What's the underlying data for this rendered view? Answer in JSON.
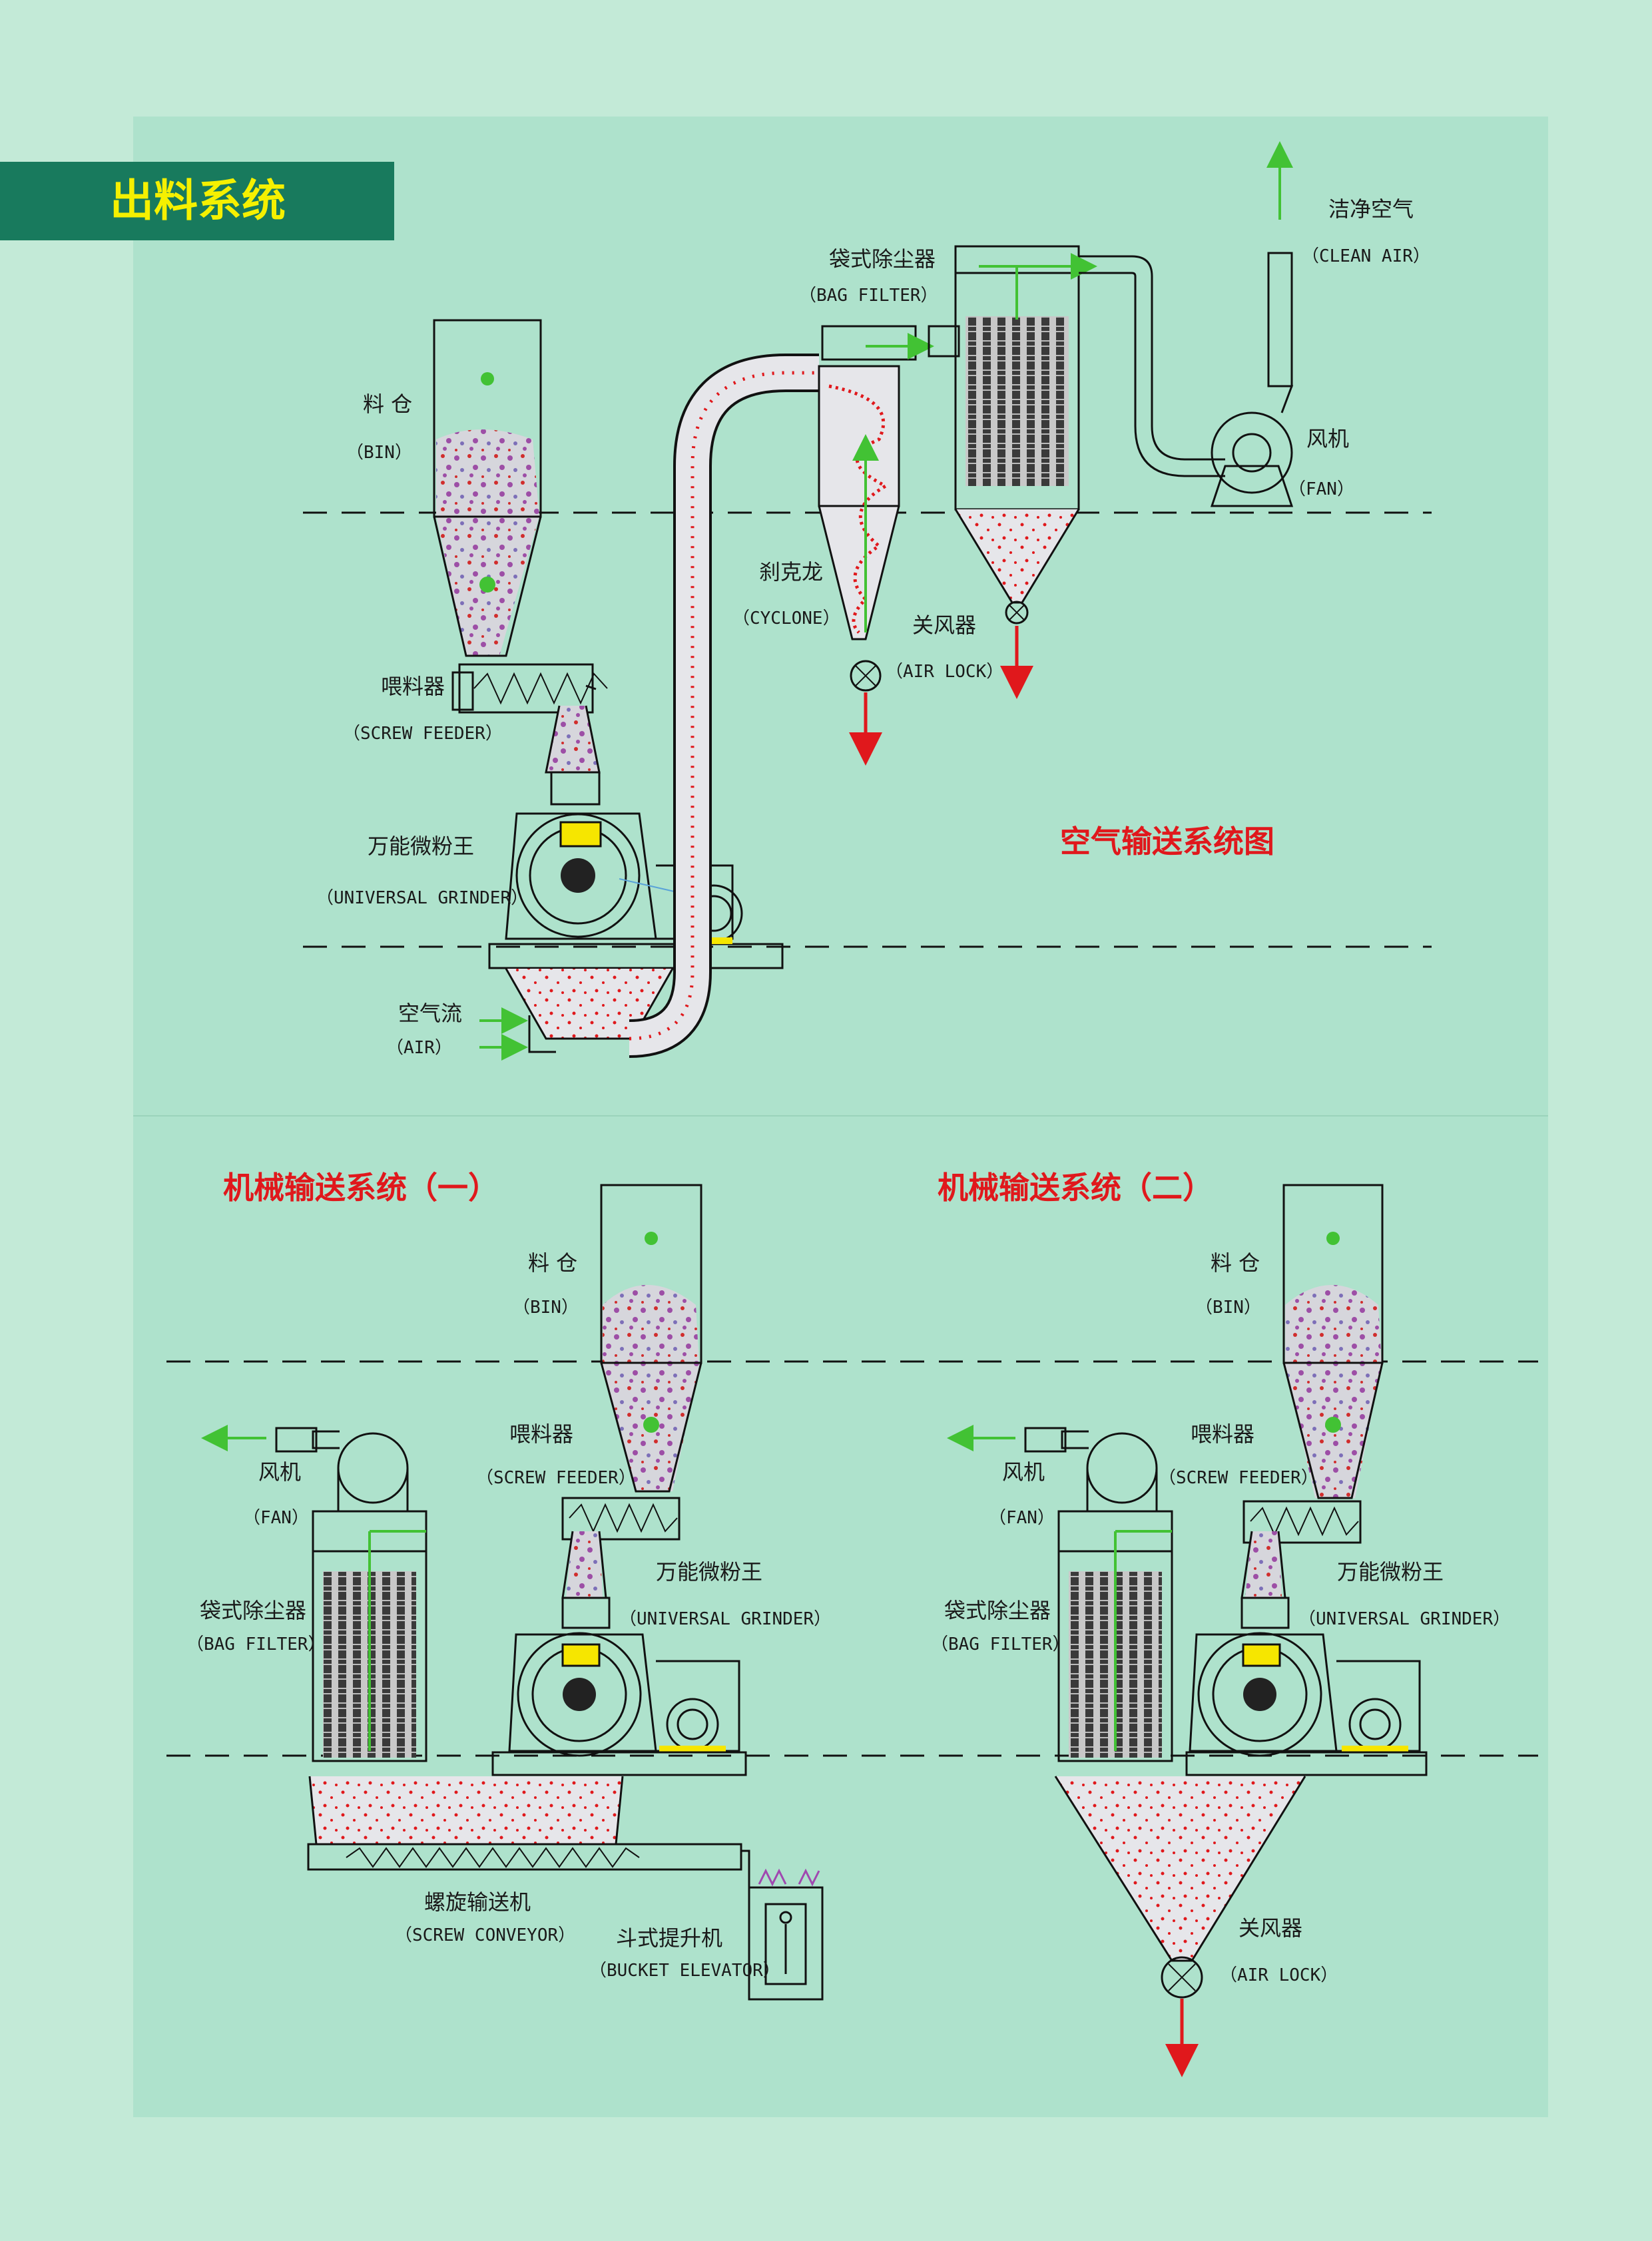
{
  "title": "出料系统",
  "sections": {
    "air": "空气输送系统图",
    "mech1": "机械输送系统（一）",
    "mech2": "机械输送系统（二）"
  },
  "labels": {
    "bin_cn": "料 仓",
    "bin_en": "（BIN）",
    "feeder_cn": "喂料器",
    "feeder_en": "（SCREW FEEDER）",
    "grinder_cn": "万能微粉王",
    "grinder_en": "（UNIVERSAL GRINDER）",
    "air_cn": "空气流",
    "air_en": "（AIR）",
    "cyclone_cn": "刹克龙",
    "cyclone_en": "（CYCLONE）",
    "airlock_cn": "关风器",
    "airlock_en": "（AIR LOCK）",
    "bagfilter_cn": "袋式除尘器",
    "bagfilter_en": "（BAG FILTER）",
    "clean_cn": "洁净空气",
    "clean_en": "（CLEAN AIR）",
    "fan_cn": "风机",
    "fan_en": "（FAN）",
    "conveyor_cn": "螺旋输送机",
    "conveyor_en": "（SCREW CONVEYOR）",
    "elevator_cn": "斗式提升机",
    "elevator_en": "（BUCKET ELEVATOR）"
  },
  "colors": {
    "background": "#c3ead7",
    "panel": "#aee2cc",
    "title_bar": "#187a5d",
    "title_text": "#f5f000",
    "section_heading": "#e0181c",
    "flow_arrow": "#42c234",
    "discharge_arrow": "#e0181c"
  }
}
